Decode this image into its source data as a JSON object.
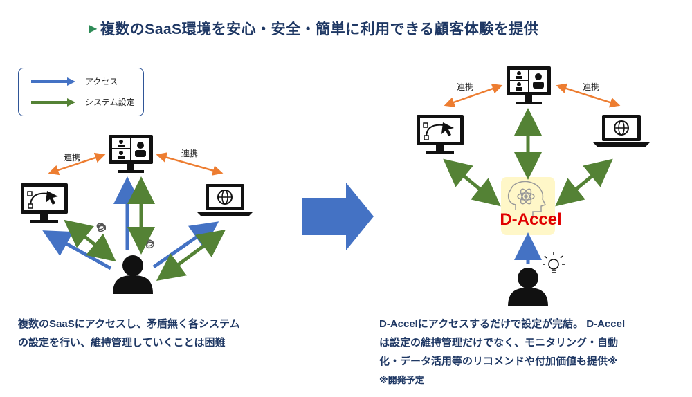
{
  "title": "複数のSaaS環境を安心・安全・簡単に利用できる顧客体験を提供",
  "legend": {
    "access": "アクセス",
    "system_setting": "システム設定"
  },
  "left": {
    "link_label_left": "連携",
    "link_label_right": "連携",
    "caption_line1": "複数のSaaSにアクセスし、矛盾無く各システム",
    "caption_line2": "の設定を行い、維持管理していくことは困難"
  },
  "right": {
    "link_label_left": "連携",
    "link_label_right": "連携",
    "hub_name": "D-Accel",
    "caption_line1": "D-Accelにアクセスするだけで設定が完結。 D-Accel",
    "caption_line2": "は設定の維持管理だけでなく、モニタリング・自動",
    "caption_line3": "化・データ活用等のリコメンドや付加価値も提供※",
    "footnote": "※開発予定"
  },
  "colors": {
    "access": "#4472c4",
    "system_setting": "#548235",
    "link": "#ed7d31",
    "title": "#1f3864",
    "hub_bg": "#fff7c8",
    "hub_text": "#e00000"
  },
  "icons": [
    "user-icon",
    "confused-scribble-icon",
    "monitor-vector-app-icon",
    "monitor-video-conference-icon",
    "laptop-globe-icon",
    "brain-atom-icon",
    "lightbulb-icon",
    "right-arrow-icon"
  ]
}
